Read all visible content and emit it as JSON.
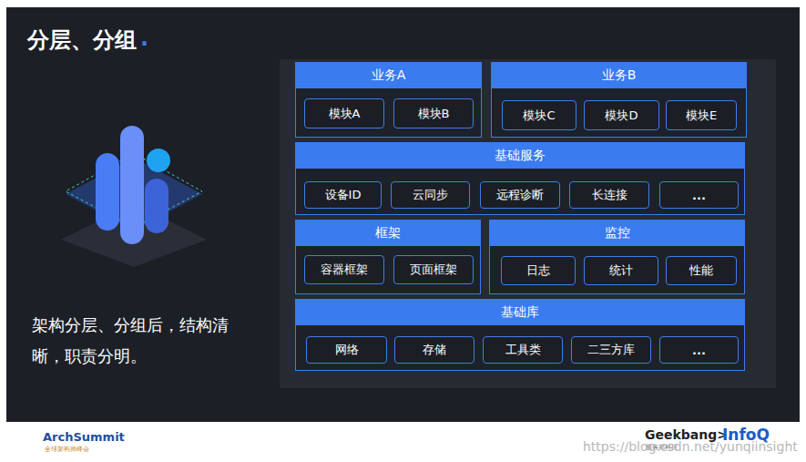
{
  "diagram": {
    "title": "分层、分组",
    "caption": "架构分层、分组后，结构清晰，职责分明。",
    "nodes": [
      {
        "text": [
          "业务A"
        ]
      },
      {
        "text": [
          "模块A"
        ],
        "in": 0
      },
      {
        "text": [
          "模块B"
        ],
        "in": 0
      },
      {
        "text": [
          "业务B"
        ]
      },
      {
        "text": [
          "模块C"
        ],
        "in": 3
      },
      {
        "text": [
          "模块D"
        ],
        "in": 3
      },
      {
        "text": [
          "模块E"
        ],
        "in": 3
      },
      {
        "text": [
          "基础服务"
        ]
      },
      {
        "text": [
          "设备ID"
        ],
        "in": 7
      },
      {
        "text": [
          "云同步"
        ],
        "in": 7
      },
      {
        "text": [
          "远程诊断"
        ],
        "in": 7
      },
      {
        "text": [
          "长连接"
        ],
        "in": 7
      },
      {
        "text": [
          "..."
        ],
        "in": 7
      },
      {
        "text": [
          "框架"
        ]
      },
      {
        "text": [
          "容器框架"
        ],
        "in": 13
      },
      {
        "text": [
          "页面框架"
        ],
        "in": 13
      },
      {
        "text": [
          "监控"
        ]
      },
      {
        "text": [
          "日志"
        ],
        "in": 16
      },
      {
        "text": [
          "统计"
        ],
        "in": 16
      },
      {
        "text": [
          "性能"
        ],
        "in": 16
      },
      {
        "text": [
          "基础库"
        ]
      },
      {
        "text": [
          "网络"
        ],
        "in": 20
      },
      {
        "text": [
          "存储"
        ],
        "in": 20
      },
      {
        "text": [
          "工具类"
        ],
        "in": 20
      },
      {
        "text": [
          "二三方库"
        ],
        "in": 20
      },
      {
        "text": [
          "..."
        ],
        "in": 20
      }
    ],
    "labels": [
      ".",
      "ArchSummit",
      "全球架构师峰会",
      "Geekbang>.",
      "极客邦科技",
      "InfoQ",
      "https://blog.csdn.net/yunqiinsight"
    ]
  }
}
